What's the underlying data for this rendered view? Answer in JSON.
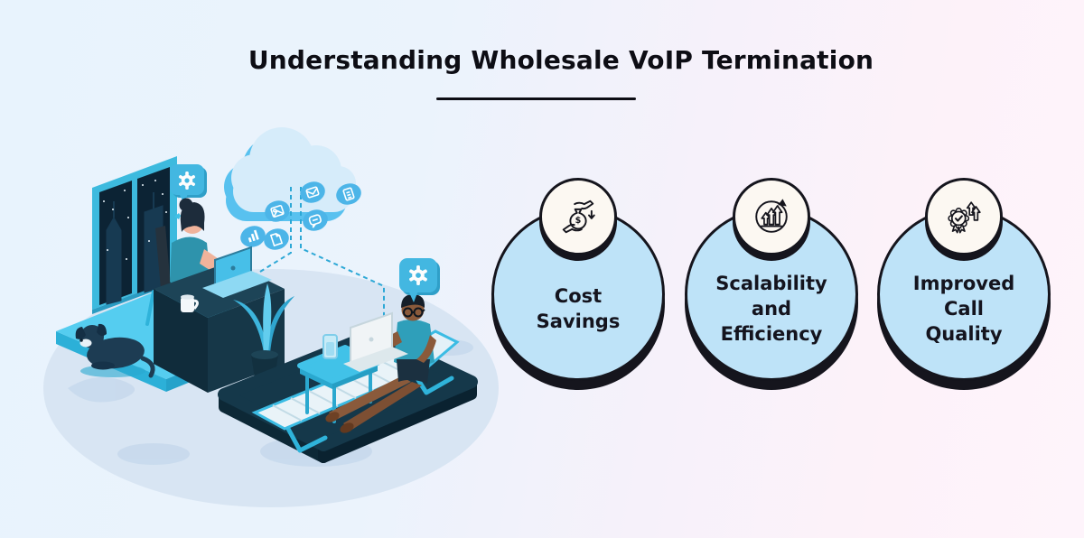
{
  "header": {
    "title": "Understanding Wholesale VoIP Termination"
  },
  "features": [
    {
      "id": "cost-savings",
      "icon": "money-bag-hands-icon",
      "lines": [
        "Cost",
        "Savings"
      ]
    },
    {
      "id": "scalability-efficiency",
      "icon": "growth-cycle-arrows-icon",
      "lines": [
        "Scalability",
        "and",
        "Efficiency"
      ]
    },
    {
      "id": "improved-call-quality",
      "icon": "award-badge-arrows-icon",
      "lines": [
        "Improved",
        "Call",
        "Quality"
      ]
    }
  ],
  "colors": {
    "background_left": "#e8f3fd",
    "background_right": "#fdf2f9",
    "circle_fill": "#bee3f8",
    "outline": "#15151d",
    "badge_fill": "#fcf8f2",
    "accent_blue": "#4cb5e8",
    "bright_teal": "#3ec0e7",
    "dark_navy": "#143646"
  },
  "illustration": {
    "alt": "cloud-voip-remote-work-scene",
    "elements": [
      "cloud-icon",
      "window-night-city",
      "woman-at-desk",
      "laptop",
      "coffee-mug",
      "dog",
      "plant",
      "gear-speech-bubble",
      "mail-icon",
      "clipboard-icon",
      "chat-icon",
      "image-icon",
      "chart-icon",
      "file-icon",
      "man-on-lounge-chair",
      "side-table",
      "water-glass",
      "world-map-floor"
    ]
  }
}
